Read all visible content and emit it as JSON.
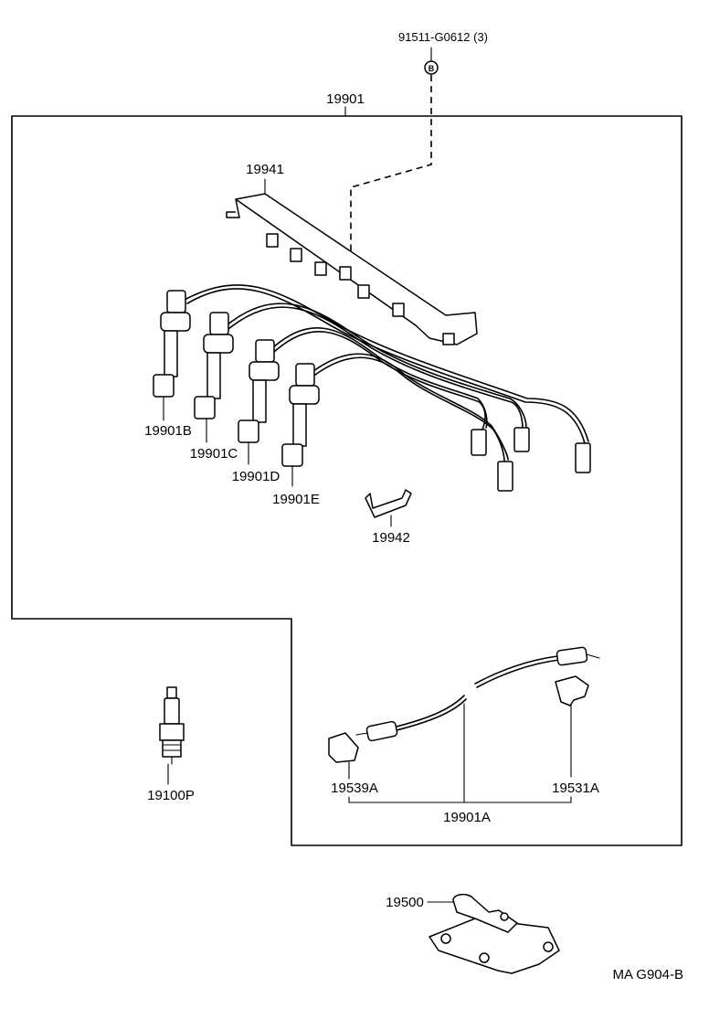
{
  "parts": {
    "bolt": "91511-G0612 (3)",
    "bolt_marker": "B",
    "cord_set": "19901",
    "cover": "19941",
    "clamp": "19942",
    "cord_b": "19901B",
    "cord_c": "19901C",
    "cord_d": "19901D",
    "cord_e": "19901E",
    "spark_plug": "19100P",
    "cord_a": "19901A",
    "clamp_a": "19539A",
    "clamp_b": "19531A",
    "ignition_coil": "19500"
  },
  "figure_code": "MA G904-B"
}
